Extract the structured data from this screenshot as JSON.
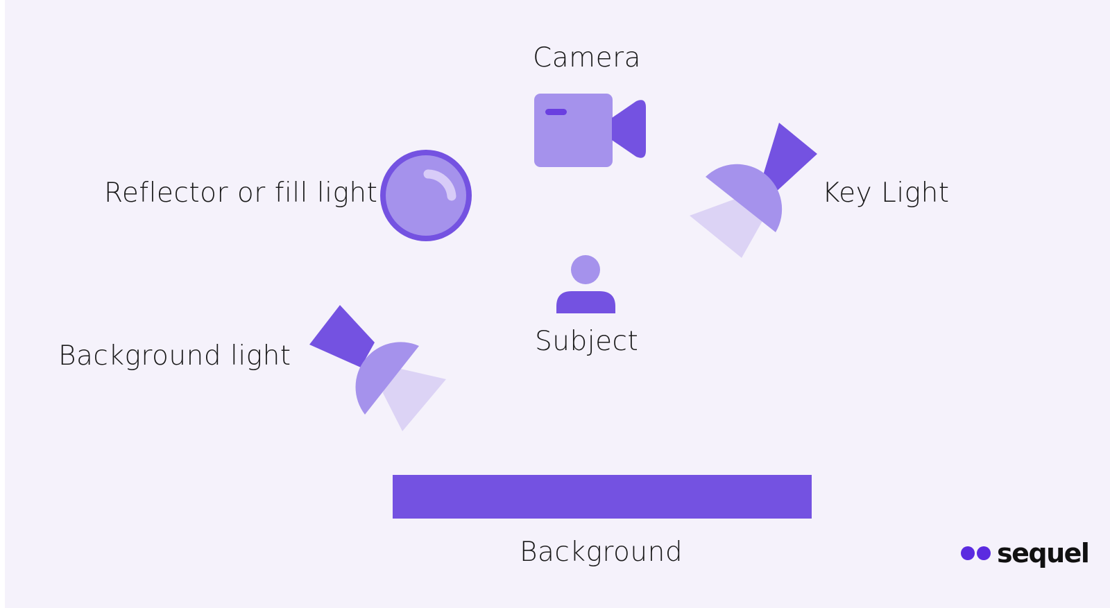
{
  "labels": {
    "camera": "Camera",
    "reflector": "Reflector or fill light",
    "key_light": "Key Light",
    "subject": "Subject",
    "background_light": "Background light",
    "background": "Background"
  },
  "logo": {
    "text": "sequel"
  },
  "icons": {
    "camera": "video-camera-icon",
    "reflector": "reflector-disc-icon",
    "key_light": "spotlight-icon",
    "subject": "person-icon",
    "background_light": "spotlight-icon",
    "background": "backdrop-bar"
  },
  "colors": {
    "canvas": "#f5f2fb",
    "light_purple": "#a592ec",
    "mid_purple": "#7452e1",
    "pale_purple": "#dcd3f5",
    "logo_dot": "#5b2be0",
    "text": "#1a1a1a"
  }
}
